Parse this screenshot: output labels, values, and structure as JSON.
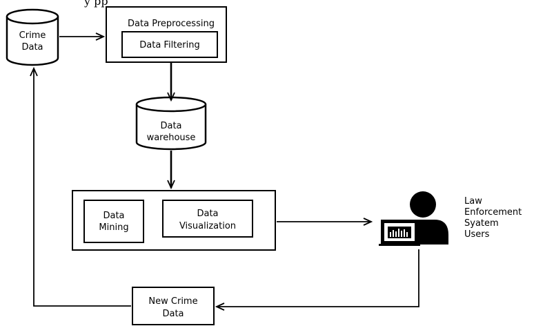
{
  "cropped_caption": "y   pp",
  "nodes": {
    "crime_data": {
      "line1": "Crime",
      "line2": "Data"
    },
    "data_preprocessing": {
      "title": "Data Preprocessing"
    },
    "data_filtering": {
      "label": "Data Filtering"
    },
    "data_warehouse": {
      "line1": "Data",
      "line2": "warehouse"
    },
    "data_mining": {
      "line1": "Data",
      "line2": "Mining"
    },
    "data_visualization": {
      "line1": "Data",
      "line2": "Visualization"
    },
    "new_crime_data": {
      "line1": "New Crime",
      "line2": "Data"
    },
    "users": {
      "line1": "Law",
      "line2": "Enforcement",
      "line3": "Syatem",
      "line4": "Users"
    }
  },
  "icons": {
    "user": "user-at-computer-icon",
    "monitor_chart": "bar-chart-icon"
  }
}
